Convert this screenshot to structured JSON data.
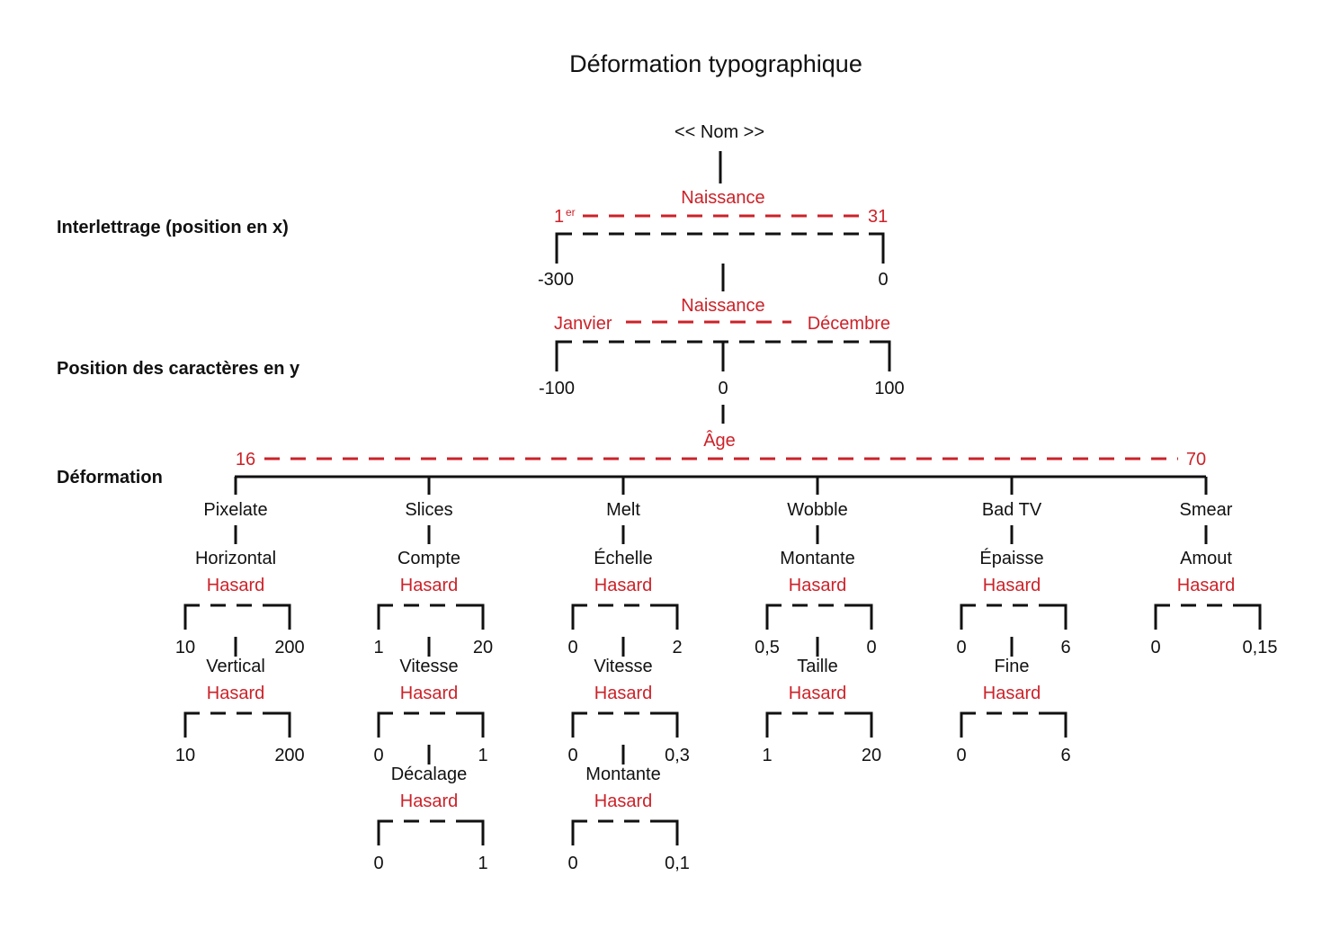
{
  "title": "Déformation typographique",
  "root": "<< Nom >>",
  "colors": {
    "ink": "#111111",
    "accent": "#cc2229"
  },
  "row_labels": {
    "interlettrage": "Interlettrage (position en x)",
    "position_y": "Position des caractères en y",
    "deformation": "Déformation"
  },
  "interlettrage": {
    "source": "Naissance",
    "min_label": "1",
    "min_sup": "er",
    "max_label": "31",
    "out_min": "-300",
    "out_max": "0"
  },
  "position_y": {
    "source": "Naissance",
    "min_label": "Janvier",
    "max_label": "Décembre",
    "out_min": "-100",
    "out_mid": "0",
    "out_max": "100"
  },
  "deformation": {
    "source": "Âge",
    "min_label": "16",
    "max_label": "70",
    "effects": [
      {
        "name": "Pixelate",
        "params": [
          {
            "name": "Horizontal",
            "mode": "Hasard",
            "min": "10",
            "max": "200"
          },
          {
            "name": "Vertical",
            "mode": "Hasard",
            "min": "10",
            "max": "200"
          }
        ]
      },
      {
        "name": "Slices",
        "params": [
          {
            "name": "Compte",
            "mode": "Hasard",
            "min": "1",
            "max": "20"
          },
          {
            "name": "Vitesse",
            "mode": "Hasard",
            "min": "0",
            "max": "1"
          },
          {
            "name": "Décalage",
            "mode": "Hasard",
            "min": "0",
            "max": "1"
          }
        ]
      },
      {
        "name": "Melt",
        "params": [
          {
            "name": "Échelle",
            "mode": "Hasard",
            "min": "0",
            "max": "2"
          },
          {
            "name": "Vitesse",
            "mode": "Hasard",
            "min": "0",
            "max": "0,3"
          },
          {
            "name": "Montante",
            "mode": "Hasard",
            "min": "0",
            "max": "0,1"
          }
        ]
      },
      {
        "name": "Wobble",
        "params": [
          {
            "name": "Montante",
            "mode": "Hasard",
            "min": "0,5",
            "max": "0"
          },
          {
            "name": "Taille",
            "mode": "Hasard",
            "min": "1",
            "max": "20"
          }
        ]
      },
      {
        "name": "Bad TV",
        "params": [
          {
            "name": "Épaisse",
            "mode": "Hasard",
            "min": "0",
            "max": "6"
          },
          {
            "name": "Fine",
            "mode": "Hasard",
            "min": "0",
            "max": "6"
          }
        ]
      },
      {
        "name": "Smear",
        "params": [
          {
            "name": "Amout",
            "mode": "Hasard",
            "min": "0",
            "max": "0,15"
          }
        ]
      }
    ]
  }
}
